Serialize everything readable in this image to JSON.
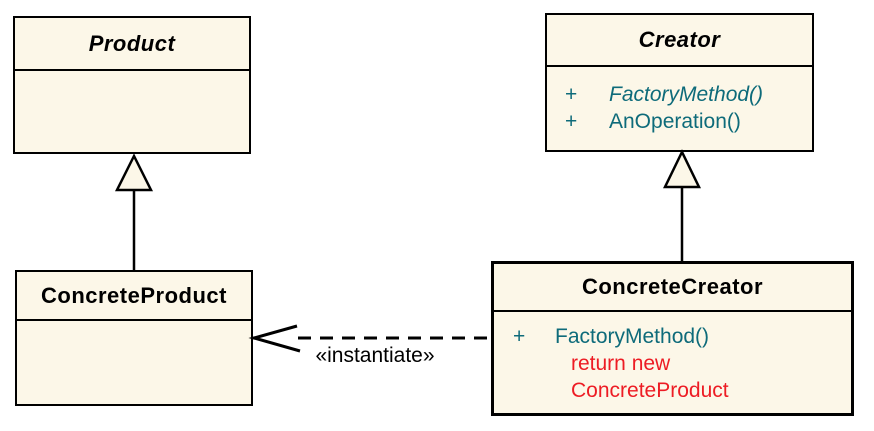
{
  "diagram": {
    "kind": "uml-class-diagram",
    "pattern": "Factory Method"
  },
  "colors": {
    "box_fill": "#fcf7e8",
    "box_border": "#000000",
    "operation_text": "#0e6b7a",
    "code_note_text": "#ed1c24",
    "label_text": "#000000"
  },
  "classes": {
    "product": {
      "name": "Product",
      "abstract": true
    },
    "creator": {
      "name": "Creator",
      "abstract": true,
      "operations": [
        {
          "visibility": "+",
          "name": "FactoryMethod()",
          "abstract": true
        },
        {
          "visibility": "+",
          "name": "AnOperation()",
          "abstract": false
        }
      ]
    },
    "concrete_product": {
      "name": "ConcreteProduct",
      "abstract": false
    },
    "concrete_creator": {
      "name": "ConcreteCreator",
      "abstract": false,
      "operations": [
        {
          "visibility": "+",
          "name": "FactoryMethod()",
          "abstract": false
        }
      ],
      "code_note": {
        "line1": "return new",
        "line2": "ConcreteProduct"
      }
    }
  },
  "relationships": {
    "generalizations": [
      {
        "from": "ConcreteProduct",
        "to": "Product"
      },
      {
        "from": "ConcreteCreator",
        "to": "Creator"
      }
    ],
    "dependency": {
      "from": "ConcreteCreator",
      "to": "ConcreteProduct",
      "stereotype_label": "«instantiate»",
      "line_style": "dashed-open-arrow"
    }
  }
}
